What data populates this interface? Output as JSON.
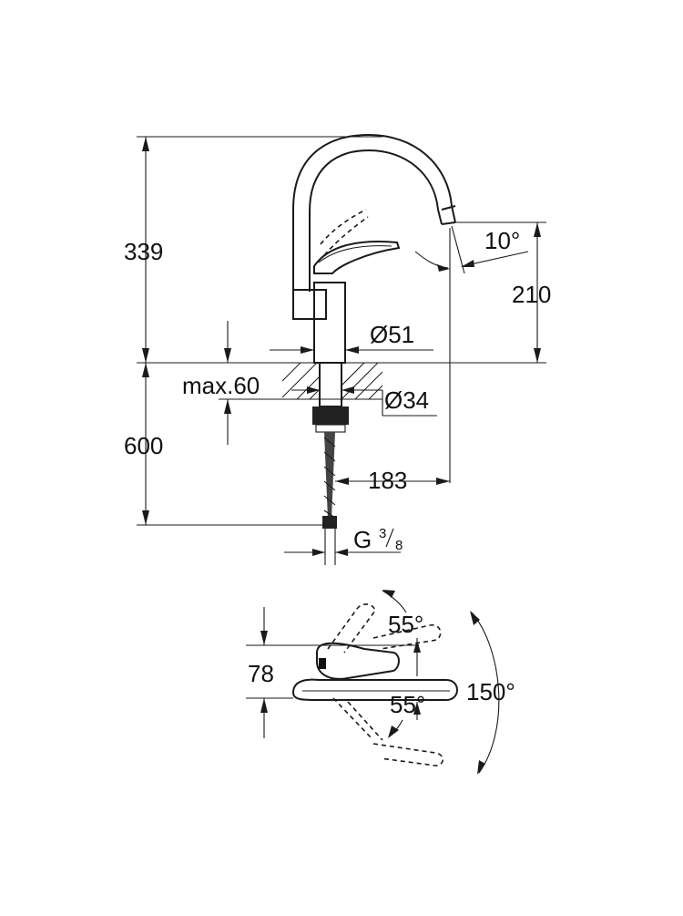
{
  "drawing": {
    "side_view": {
      "total_height": "339",
      "spout_outlet_height": "210",
      "spout_angle": "10°",
      "body_diameter": "Ø51",
      "max_counter_thickness": "max.60",
      "hole_diameter": "Ø34",
      "hose_length": "600",
      "spout_reach": "183",
      "connection_thread": "G",
      "connection_fraction_num": "3",
      "connection_fraction_den": "8"
    },
    "top_view": {
      "handle_depth": "78",
      "upper_swing": "55°",
      "lower_swing": "55°",
      "spout_swivel": "150°"
    }
  }
}
